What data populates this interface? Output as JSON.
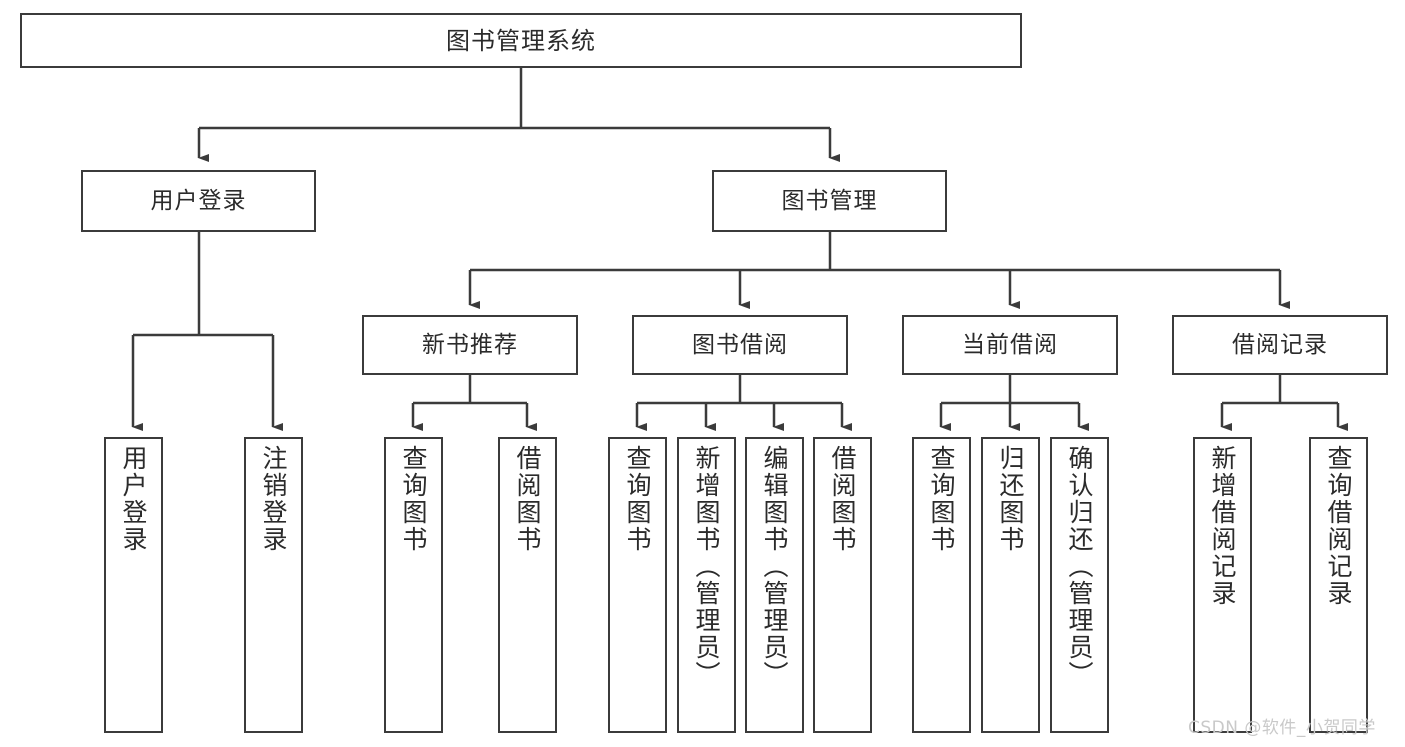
{
  "diagram": {
    "title": "图书管理系统",
    "watermark": "CSDN @软件_小贺同学",
    "stroke_color": "#3b3b3b",
    "text_color": "#2b2b2b",
    "background": "#ffffff"
  },
  "nodes": {
    "root": {
      "label": "图书管理系统"
    },
    "level2": [
      {
        "label": "用户登录"
      },
      {
        "label": "图书管理"
      }
    ],
    "level3": [
      {
        "label": "新书推荐"
      },
      {
        "label": "图书借阅"
      },
      {
        "label": "当前借阅"
      },
      {
        "label": "借阅记录"
      }
    ],
    "leaves": {
      "user_login": [
        {
          "label": "用户登录"
        },
        {
          "label": "注销登录"
        }
      ],
      "new_book_recommend": [
        {
          "label": "查询图书"
        },
        {
          "label": "借阅图书"
        }
      ],
      "book_borrow": [
        {
          "label": "查询图书"
        },
        {
          "label": "新增图书（管理员）"
        },
        {
          "label": "编辑图书（管理员）"
        },
        {
          "label": "借阅图书"
        }
      ],
      "current_borrow": [
        {
          "label": "查询图书"
        },
        {
          "label": "归还图书"
        },
        {
          "label": "确认归还（管理员）"
        }
      ],
      "borrow_record": [
        {
          "label": "新增借阅记录"
        },
        {
          "label": "查询借阅记录"
        }
      ]
    }
  }
}
